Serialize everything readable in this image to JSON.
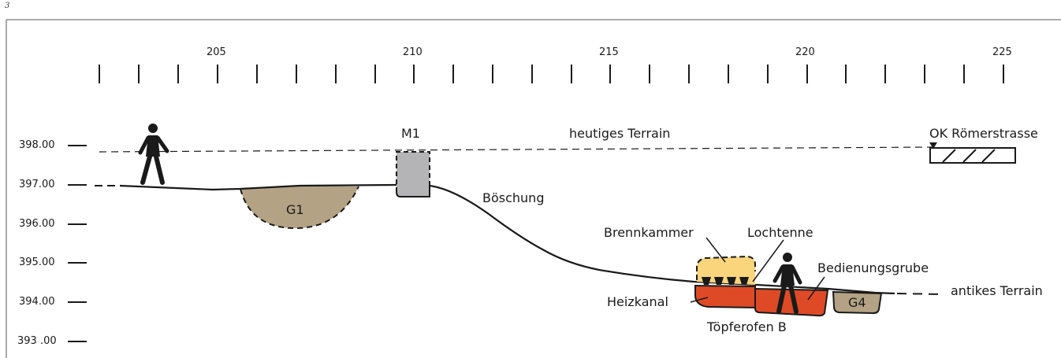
{
  "figure_number": "3",
  "x_axis": {
    "ticks": [
      "205",
      "210",
      "215",
      "220",
      "225"
    ]
  },
  "y_axis": {
    "ticks": [
      "398.00",
      "397.00",
      "396.00",
      "395.00",
      "394.00",
      "393 .00"
    ]
  },
  "labels": {
    "m1": "M1",
    "heutiges_terrain": "heutiges Terrain",
    "ok_roemerstrasse": "OK Römerstrasse",
    "g1": "G1",
    "boeschung": "Böschung",
    "brennkammer": "Brennkammer",
    "lochtenne": "Lochtenne",
    "bedienungsgrube": "Bedienungsgrube",
    "antikes_terrain": "antikes Terrain",
    "heizkanal": "Heizkanal",
    "g4": "G4",
    "toepferofen": "Töpferofen B"
  },
  "colors": {
    "g1_fill": "#b3a284",
    "m1_fill": "#b4b4b6",
    "brennkammer_fill": "#fbd57c",
    "ofen_fill": "#de4a26",
    "g4_fill": "#b3a284",
    "line": "#1a1a1a"
  },
  "icons": [
    "person-icon",
    "person-icon",
    "survey-marker-icon"
  ]
}
